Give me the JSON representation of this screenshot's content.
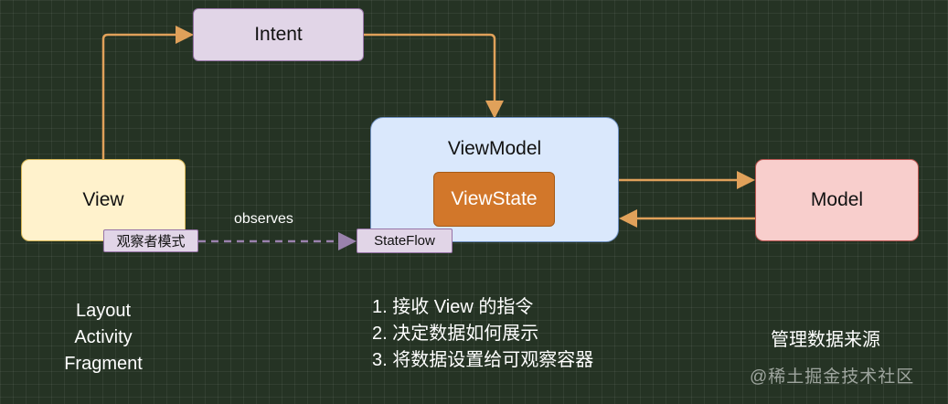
{
  "nodes": {
    "intent": "Intent",
    "view": "View",
    "viewmodel": "ViewModel",
    "viewstate": "ViewState",
    "model": "Model"
  },
  "tags": {
    "observer_pattern": "观察者模式",
    "stateflow": "StateFlow"
  },
  "edge_labels": {
    "observes": "observes"
  },
  "descriptions": {
    "view": [
      "Layout",
      "Activity",
      "Fragment"
    ],
    "viewmodel": [
      "1. 接收 View 的指令",
      "2. 决定数据如何展示",
      "3. 将数据设置给可观察容器"
    ],
    "model": "管理数据来源"
  },
  "watermark": "@稀土掘金技术社区",
  "colors": {
    "background": "#253324",
    "arrow": "#e0a15a",
    "dashed_arrow": "#9a82ad",
    "intent_fill": "#e1d5e7",
    "view_fill": "#fff2cc",
    "viewmodel_fill": "#dae8fc",
    "viewstate_fill": "#d2772a",
    "model_fill": "#f8cecc"
  }
}
